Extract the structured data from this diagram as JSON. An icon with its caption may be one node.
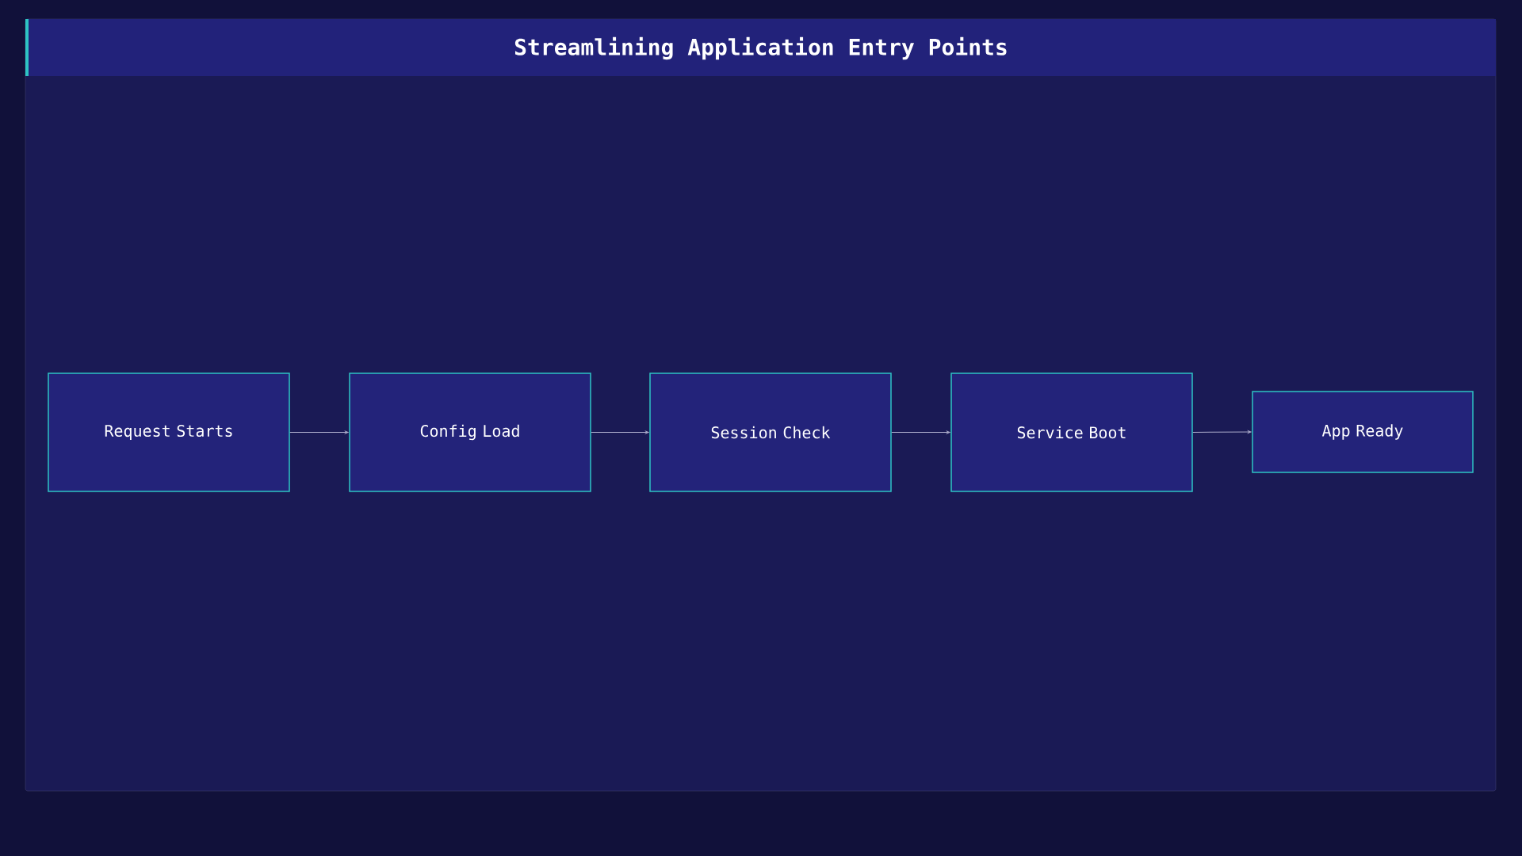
{
  "diagram": {
    "title": "Streamlining Application Entry Points",
    "nodes": [
      {
        "text": [
          "Request Starts"
        ]
      },
      {
        "text": [
          "Config Load"
        ]
      },
      {
        "text": [
          "Session Check"
        ]
      },
      {
        "text": [
          "Service Boot"
        ]
      },
      {
        "text": [
          "App Ready"
        ]
      }
    ],
    "edges": [
      {
        "from": 0,
        "to": 1,
        "arrow": "to"
      },
      {
        "from": 1,
        "to": 2,
        "arrow": "to"
      },
      {
        "from": 2,
        "to": 3,
        "arrow": "to"
      },
      {
        "from": 3,
        "to": 4,
        "arrow": "to"
      }
    ]
  }
}
